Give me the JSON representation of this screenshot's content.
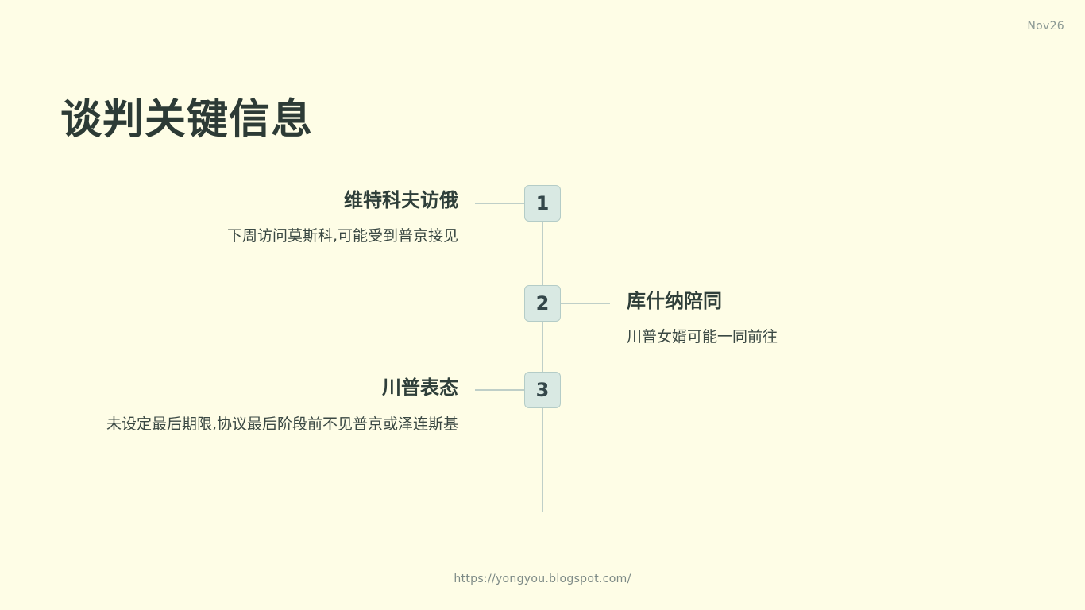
{
  "header": {
    "date": "Nov26",
    "title": "谈判关键信息"
  },
  "timeline": {
    "items": [
      {
        "number": "1",
        "title": "维特科夫访俄",
        "description": "下周访问莫斯科,可能受到普京接见"
      },
      {
        "number": "2",
        "title": "库什纳陪同",
        "description": "川普女婿可能一同前往"
      },
      {
        "number": "3",
        "title": "川普表态",
        "description": "未设定最后期限,协议最后阶段前不见普京或泽连斯基"
      }
    ]
  },
  "footer": {
    "url": "https://yongyou.blogspot.com/"
  }
}
